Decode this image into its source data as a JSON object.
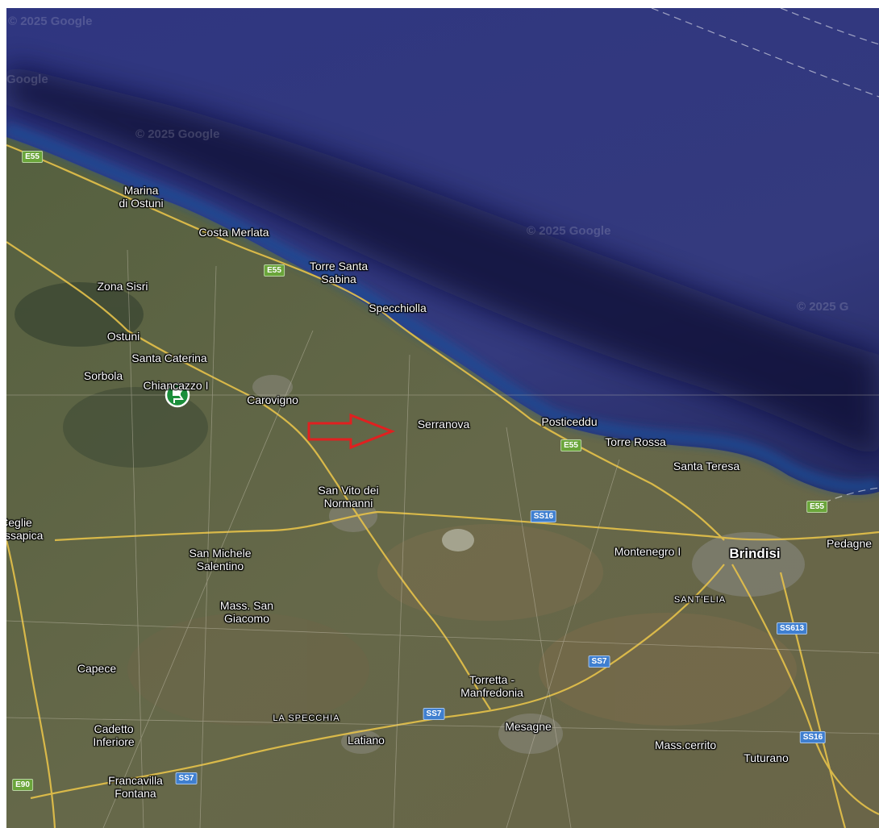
{
  "colors": {
    "sea": "#2d3478",
    "sea_dark": "#0d0f2a",
    "land": "#5e6447",
    "highway_shield": "#6aa53a",
    "state_road_shield": "#3f7fd0",
    "arrow": "#e02020",
    "pin": "#1b8e3b"
  },
  "watermarks": [
    "© 2025 Google",
    "Google",
    "© 2025 Google",
    "© 2025 Google",
    "© 2025 G"
  ],
  "places": [
    {
      "name": "Marina\ndi Ostuni"
    },
    {
      "name": "Costa Merlata"
    },
    {
      "name": "Torre Santa\nSabina"
    },
    {
      "name": "Specchiolla"
    },
    {
      "name": "Zona Sisri"
    },
    {
      "name": "Ostuni"
    },
    {
      "name": "Santa Caterina"
    },
    {
      "name": "Sorbola"
    },
    {
      "name": "Chiancazzo I"
    },
    {
      "name": "Carovigno"
    },
    {
      "name": "Serranova"
    },
    {
      "name": "Posticeddu"
    },
    {
      "name": "Torre Rossa"
    },
    {
      "name": "Santa Teresa"
    },
    {
      "name": "San Vito dei\nNormanni"
    },
    {
      "name": "Ceglie\nMessapica"
    },
    {
      "name": "San Michele\nSalentino"
    },
    {
      "name": "Mass. San\nGiacomo"
    },
    {
      "name": "Montenegro I"
    },
    {
      "name": "Brindisi"
    },
    {
      "name": "Pedagne"
    },
    {
      "name": "SANT'ELIA"
    },
    {
      "name": "Capece"
    },
    {
      "name": "Torretta -\nManfredonia"
    },
    {
      "name": "LA SPECCHIA"
    },
    {
      "name": "Mesagne"
    },
    {
      "name": "Cadetto\nInferiore"
    },
    {
      "name": "Latiano"
    },
    {
      "name": "Mass.cerrito"
    },
    {
      "name": "Tuturano"
    },
    {
      "name": "Francavilla\nFontana"
    }
  ],
  "shields": [
    {
      "label": "E55",
      "type": "highway"
    },
    {
      "label": "E55",
      "type": "highway"
    },
    {
      "label": "E55",
      "type": "highway"
    },
    {
      "label": "E55",
      "type": "highway"
    },
    {
      "label": "SS16",
      "type": "state"
    },
    {
      "label": "SS613",
      "type": "state"
    },
    {
      "label": "SS7",
      "type": "state"
    },
    {
      "label": "SS7",
      "type": "state"
    },
    {
      "label": "SS16",
      "type": "state"
    },
    {
      "label": "E90",
      "type": "highway"
    },
    {
      "label": "SS7",
      "type": "state"
    }
  ],
  "markers": {
    "pin_icon": "flag-pin-icon",
    "arrow_icon": "arrow-right-icon"
  }
}
